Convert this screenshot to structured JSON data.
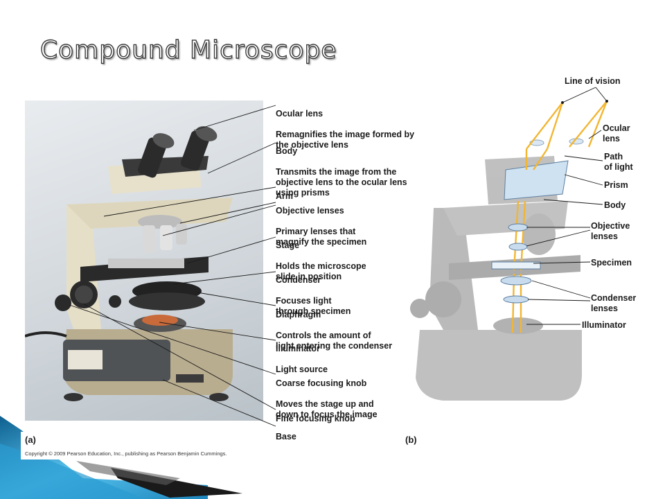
{
  "title": "Compound Microscope",
  "panel_a": {
    "letter": "(a)",
    "labels": [
      {
        "name": "Ocular lens",
        "desc": "Remagnifies the image formed by\nthe objective lens"
      },
      {
        "name": "Body",
        "desc": "Transmits the image from the\nobjective lens to the ocular lens\nusing prisms"
      },
      {
        "name": "Arm",
        "desc": ""
      },
      {
        "name": "Objective lenses",
        "desc": "Primary lenses that\nmagnify the specimen"
      },
      {
        "name": "Stage",
        "desc": "Holds the microscope\nslide in position"
      },
      {
        "name": "Condenser",
        "desc": "Focuses light\nthrough specimen"
      },
      {
        "name": "Diaphragm",
        "desc": "Controls the amount of\nlight entering the condenser"
      },
      {
        "name": "Illuminator",
        "desc": "Light source"
      },
      {
        "name": "Coarse focusing knob",
        "desc": "Moves the stage up and\ndown to focus the image"
      },
      {
        "name": "Fine focusing knob",
        "desc": ""
      },
      {
        "name": "Base",
        "desc": ""
      }
    ],
    "copyright": "Copyright © 2009 Pearson Education, Inc., publishing as Pearson Benjamin Cummings."
  },
  "panel_b": {
    "letter": "(b)",
    "labels": [
      {
        "name": "Line of vision"
      },
      {
        "name": "Ocular\nlens"
      },
      {
        "name": "Path\nof light"
      },
      {
        "name": "Prism"
      },
      {
        "name": "Body"
      },
      {
        "name": "Objective\nlenses"
      },
      {
        "name": "Specimen"
      },
      {
        "name": "Condenser\nlenses"
      },
      {
        "name": "Illuminator"
      }
    ]
  },
  "colors": {
    "light_path": "#f2b632",
    "deco_blue": "#3aa6d8",
    "deco_dark": "#1a1a1a"
  }
}
